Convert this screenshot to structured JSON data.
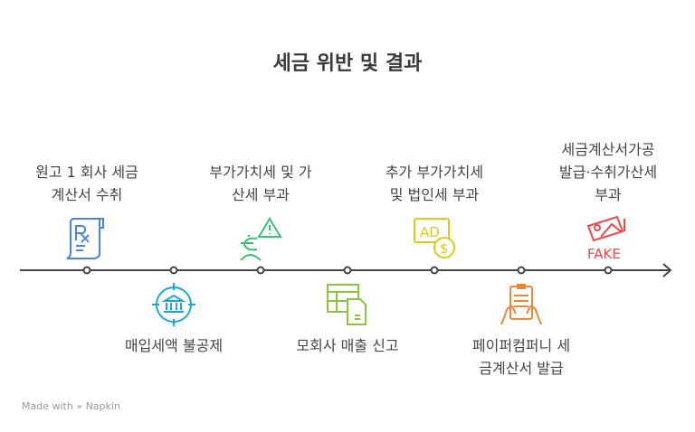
{
  "title": "세금 위반 및 결과",
  "events": [
    {
      "lines": [
        "원고 1 회사 세금",
        "계산서 수취"
      ],
      "icon": "prescription-icon",
      "color": "#4a86e0",
      "position": "top"
    },
    {
      "lines": [
        "매입세액 불공제"
      ],
      "icon": "bank-target-icon",
      "color": "#1fa4d9",
      "position": "bottom"
    },
    {
      "lines": [
        "부가가치세 및 가",
        "산세 부과"
      ],
      "icon": "euro-warning-icon",
      "color": "#3cbf74",
      "position": "top"
    },
    {
      "lines": [
        "모회사 매출 신고"
      ],
      "icon": "spreadsheet-document-icon",
      "color": "#8dc23f",
      "position": "bottom"
    },
    {
      "lines": [
        "추가 부가가치세",
        "및 법인세 부과"
      ],
      "icon": "ad-dollar-icon",
      "color": "#e0c71a",
      "position": "top"
    },
    {
      "lines": [
        "페이퍼컴퍼니 세",
        "금계산서 발급"
      ],
      "icon": "clipboard-hands-icon",
      "color": "#e8893a",
      "position": "bottom"
    },
    {
      "lines": [
        "세금계산서가공",
        "발급·수취가산세",
        "부과"
      ],
      "icon": "fake-image-icon",
      "color": "#e84a4a",
      "position": "top"
    }
  ],
  "fake_text": "FAKE",
  "footer": {
    "made_with": "Made with",
    "brand": "Napkin"
  }
}
